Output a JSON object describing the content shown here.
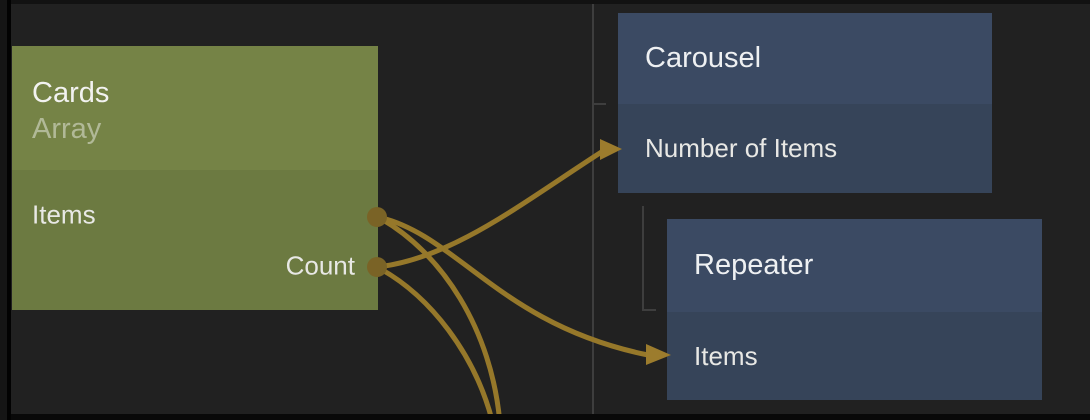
{
  "app": {
    "view": "node-graph-editor"
  },
  "nodes": {
    "cards": {
      "title": "Cards",
      "subtitle": "Array",
      "outputs": [
        "Items",
        "Count"
      ]
    },
    "carousel": {
      "title": "Carousel",
      "inputs": [
        "Number of Items"
      ]
    },
    "repeater": {
      "title": "Repeater",
      "inputs": [
        "Items"
      ]
    }
  },
  "connections": [
    {
      "from": "Cards.Count",
      "to": "Carousel.Number of Items"
    },
    {
      "from": "Cards.Items",
      "to": "Repeater.Items"
    },
    {
      "from": "Cards.Items",
      "to": "offscreen-bottom"
    },
    {
      "from": "Cards.Count",
      "to": "offscreen-bottom"
    }
  ],
  "colors": {
    "background": "#212121",
    "data_node_header": "#758346",
    "data_node_body": "#6c7a41",
    "visual_node_header": "#3b4a63",
    "visual_node_body": "#364459",
    "wire": "#96782a",
    "arrowhead": "#9c7c2d",
    "port_dot": "#7a6326",
    "guide_line": "#3e3e3e",
    "title_text": "#f2f2f0",
    "subtitle_text": "#9fa883",
    "port_text": "#e8e8e5"
  }
}
